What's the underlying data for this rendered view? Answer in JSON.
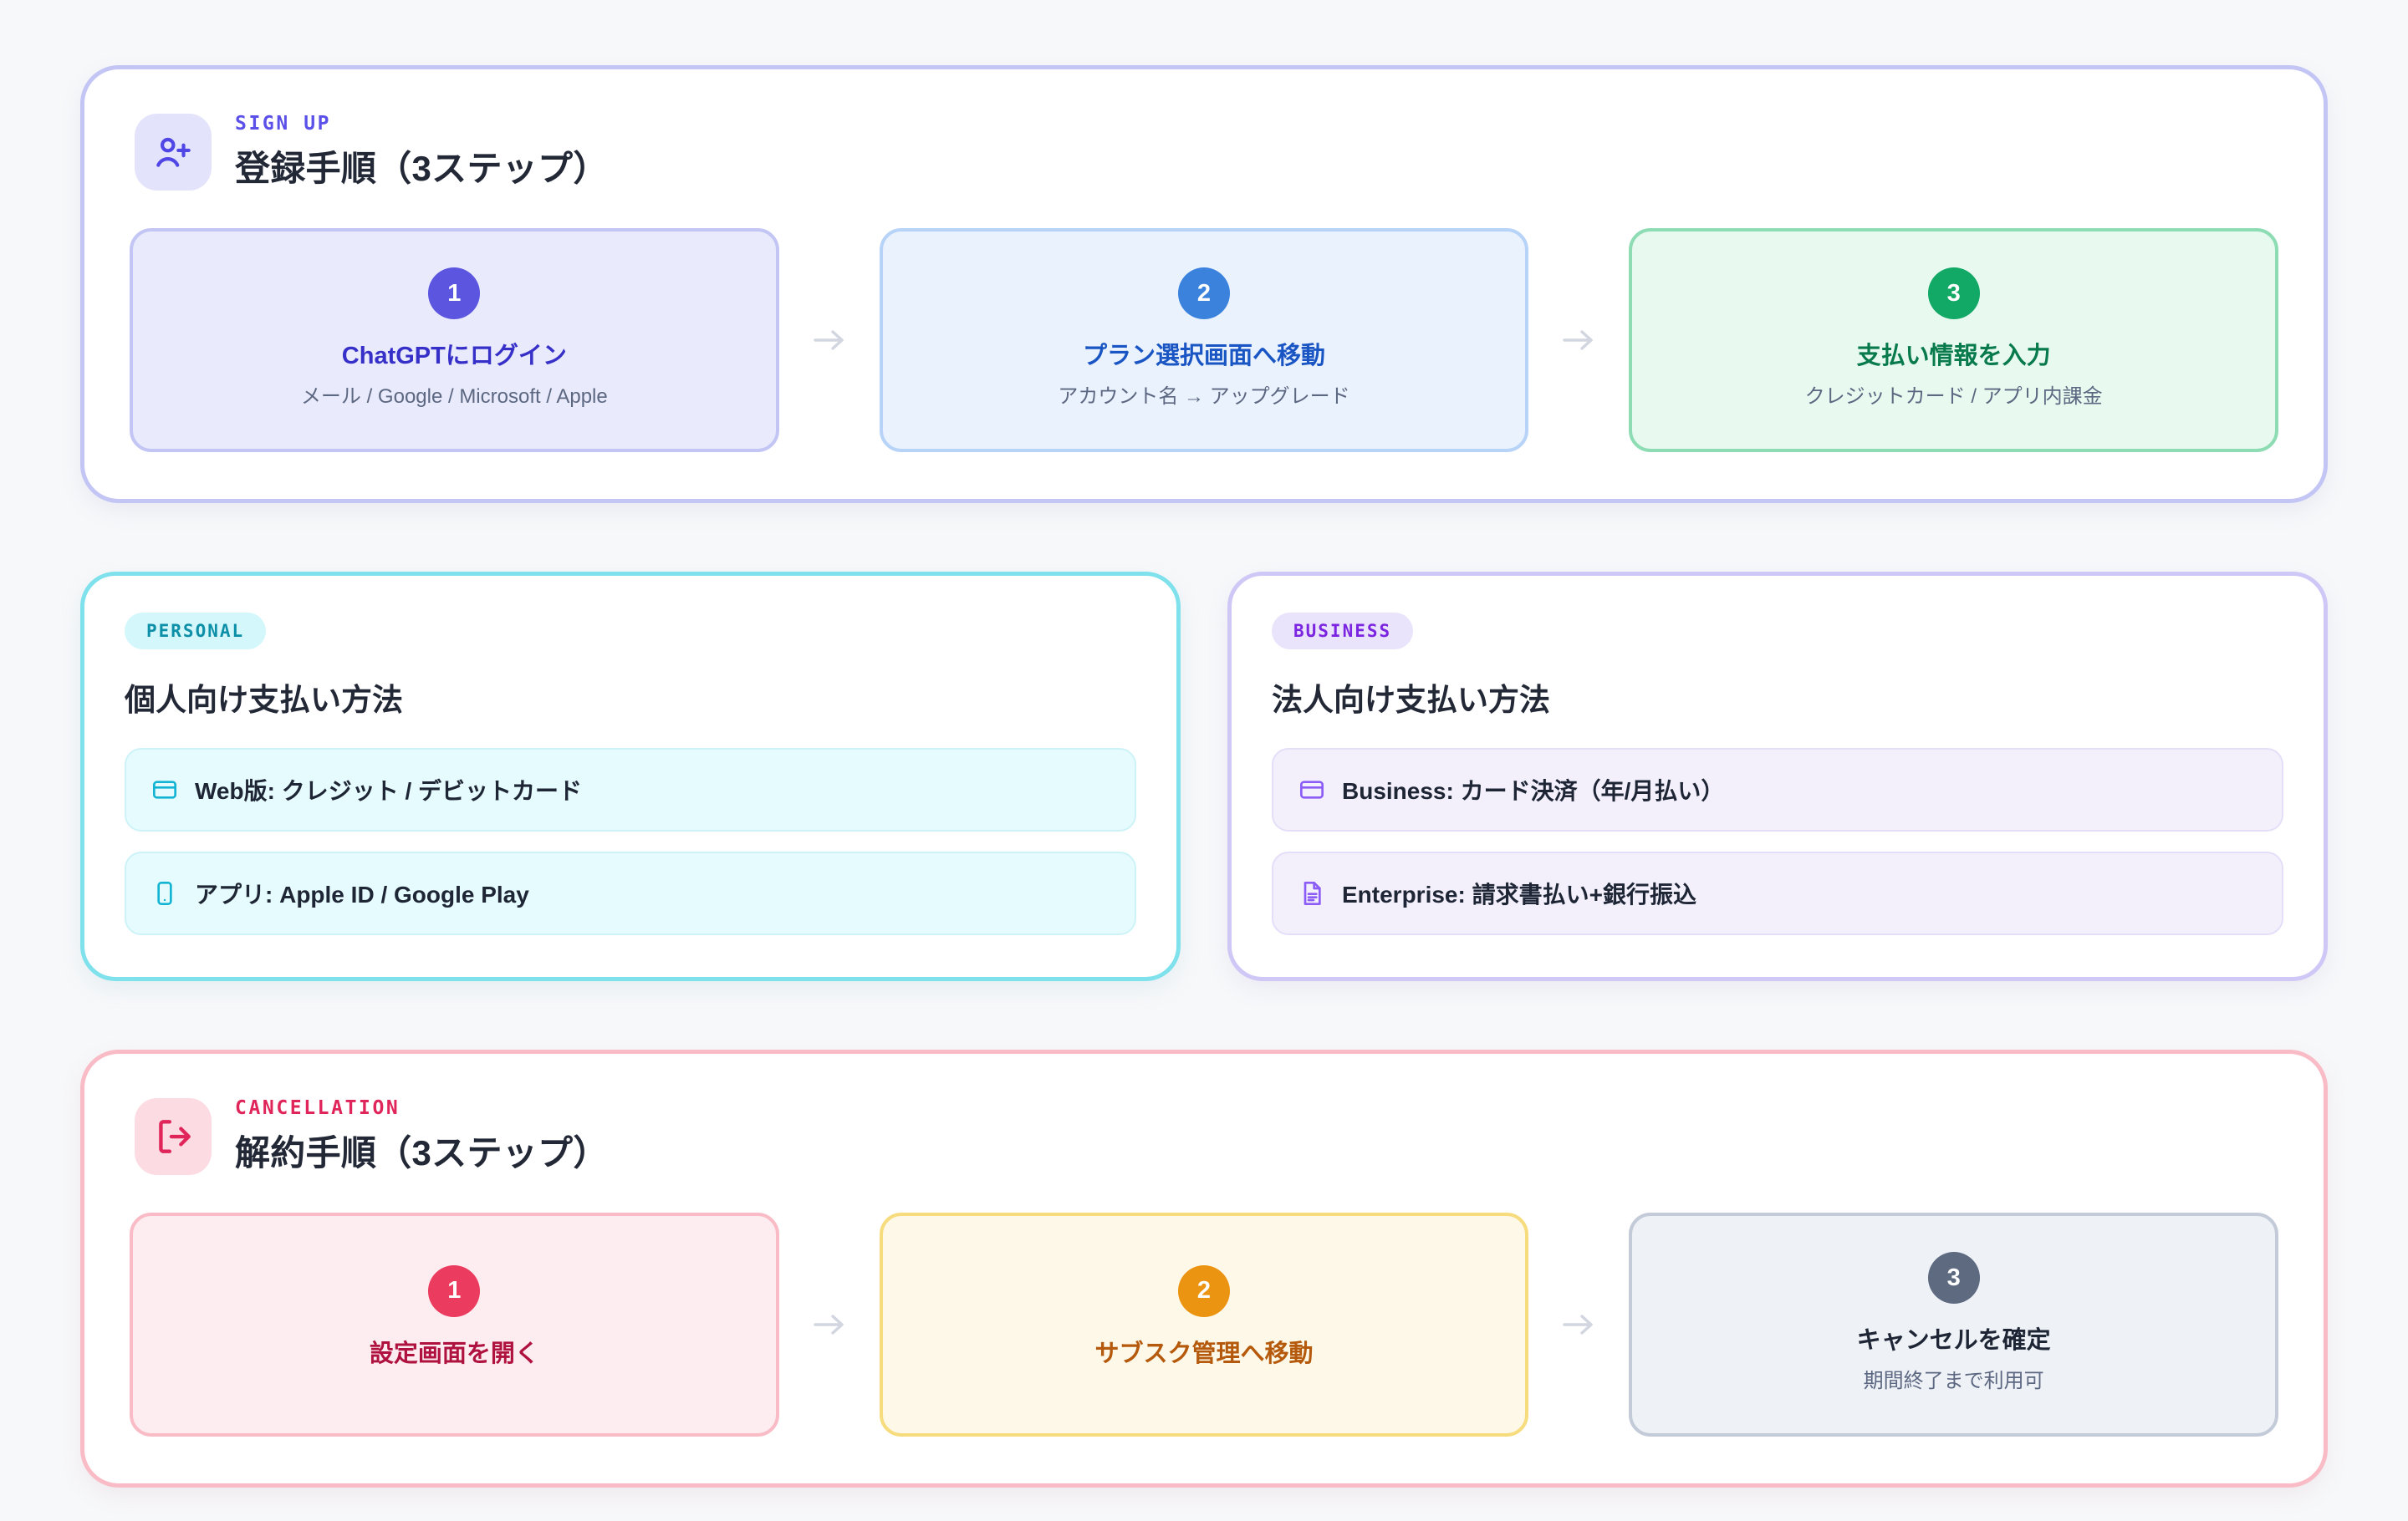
{
  "theme": {
    "page_bg": "#f7f8fa",
    "indigo": "#5b55e0",
    "blue": "#3b82dd",
    "green": "#12a866",
    "rose": "#eb3b5e",
    "amber": "#eb9412",
    "slate": "#5d6a80",
    "cyan": "#0d8fa8",
    "violet": "#7c25e0"
  },
  "signup": {
    "kicker": "SIGN UP",
    "title": "登録手順（3ステップ）",
    "icon": "user-plus-icon",
    "connector": "→",
    "steps": [
      {
        "number": "1",
        "title": "ChatGPTにログイン",
        "subtitle": "メール / Google / Microsoft / Apple",
        "theme": "indigo"
      },
      {
        "number": "2",
        "title": "プラン選択画面へ移動",
        "subtitle": "アカウント名 → アップグレード",
        "theme": "blue"
      },
      {
        "number": "3",
        "title": "支払い情報を入力",
        "subtitle": "クレジットカード / アプリ内課金",
        "theme": "green"
      }
    ]
  },
  "personal": {
    "badge": "PERSONAL",
    "title": "個人向け支払い方法",
    "rows": [
      {
        "icon": "credit-card-icon",
        "label": "Web版: クレジット / デビットカード"
      },
      {
        "icon": "smartphone-icon",
        "label": "アプリ: Apple ID / Google Play"
      }
    ]
  },
  "business": {
    "badge": "BUSINESS",
    "title": "法人向け支払い方法",
    "rows": [
      {
        "icon": "credit-card-icon",
        "label": "Business: カード決済（年/月払い）"
      },
      {
        "icon": "document-icon",
        "label": "Enterprise: 請求書払い+銀行振込"
      }
    ]
  },
  "cancellation": {
    "kicker": "CANCELLATION",
    "title": "解約手順（3ステップ）",
    "icon": "logout-icon",
    "connector": "→",
    "steps": [
      {
        "number": "1",
        "title": "設定画面を開く",
        "subtitle": "",
        "theme": "rose"
      },
      {
        "number": "2",
        "title": "サブスク管理へ移動",
        "subtitle": "",
        "theme": "amber"
      },
      {
        "number": "3",
        "title": "キャンセルを確定",
        "subtitle": "期間終了まで利用可",
        "theme": "slate"
      }
    ]
  }
}
